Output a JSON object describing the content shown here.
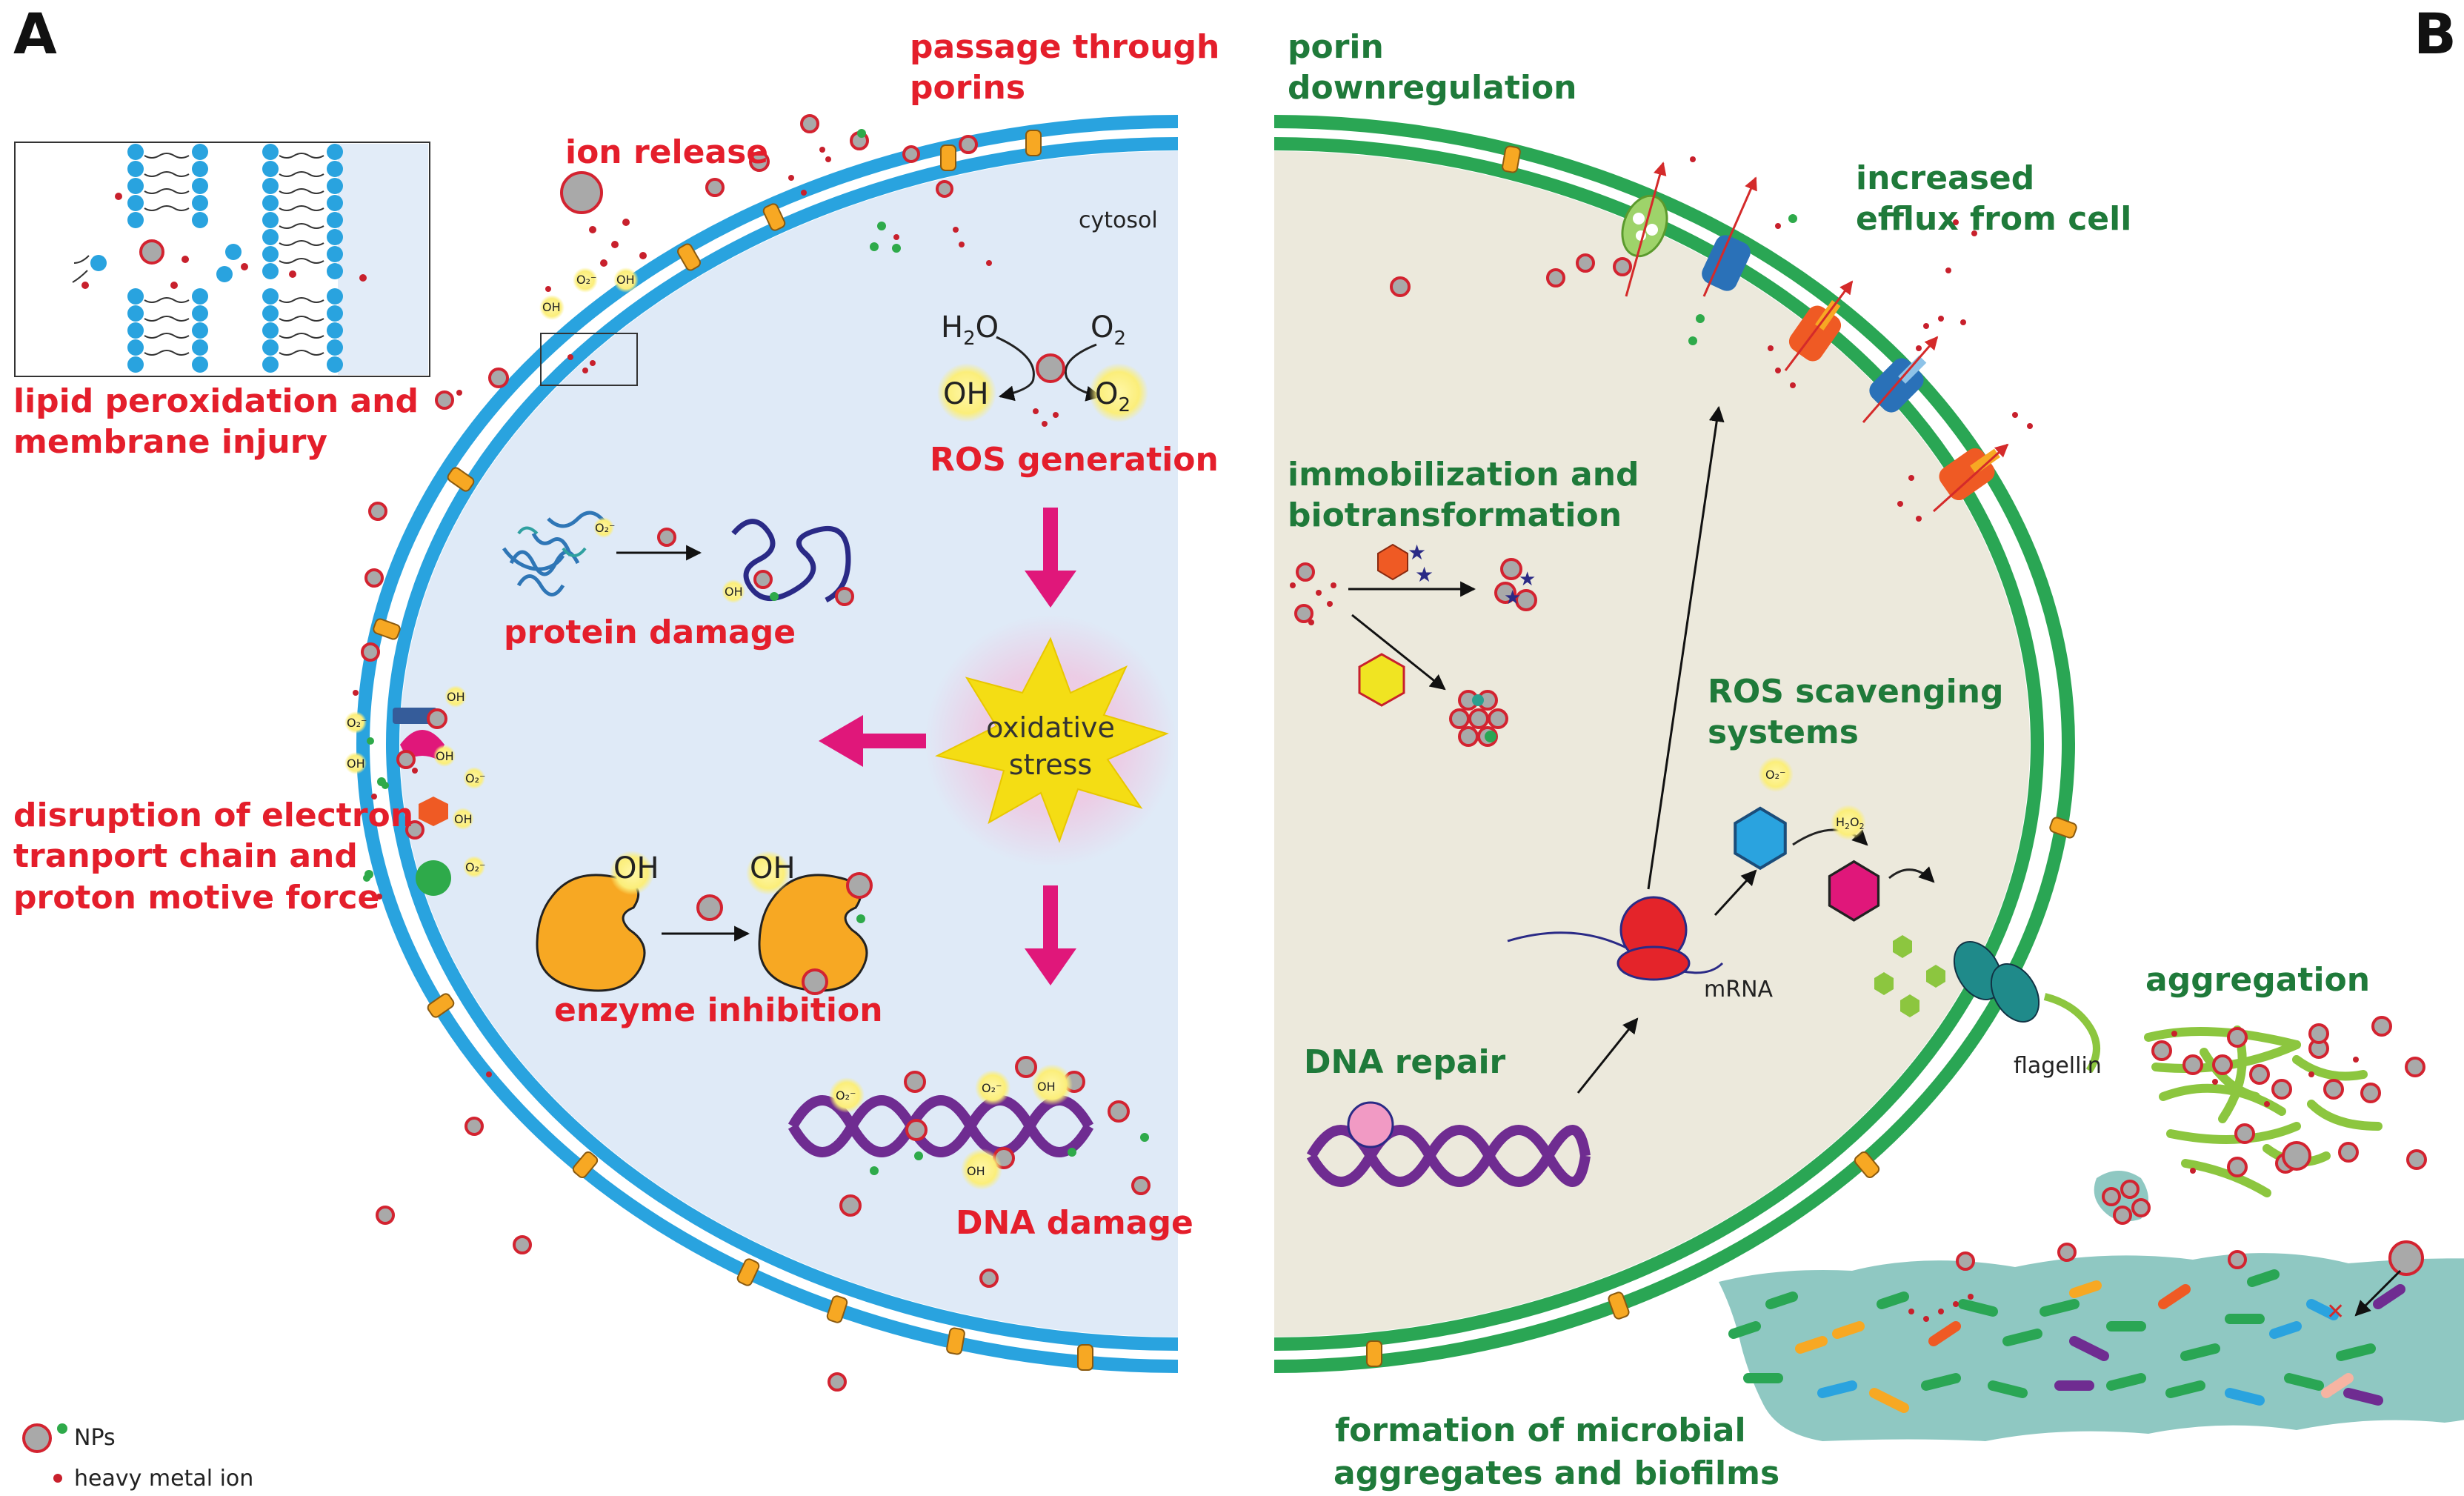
{
  "panels": {
    "a": "A",
    "b": "B"
  },
  "colors": {
    "label_red": "#e41e2b",
    "label_green": "#1f7a3a",
    "membrane_a": "#29a3df",
    "membrane_b": "#2aa654",
    "cytosol_a": "#dfeaf7",
    "cytosol_b": "#ece9dc",
    "dna": "#6f2c91",
    "arrow_magenta": "#e0177a",
    "biofilm": "#8fc8c2"
  },
  "panel_a": {
    "passage_line1": "passage through",
    "passage_line2": "porins",
    "ion_release": "ion release",
    "cytosol": "cytosol",
    "lipid_line1": "lipid peroxidation and",
    "lipid_line2": "membrane injury",
    "ros_generation": "ROS generation",
    "h2o": "H",
    "h2o_sub": "2",
    "h2o_o": "O",
    "o2": "O",
    "o2_sub": "2",
    "oh": "OH",
    "o2minus": "O",
    "o2minus_sub": "2",
    "protein_damage": "protein damage",
    "oxidative_line1": "oxidative",
    "oxidative_line2": "stress",
    "etc_line1": "disruption of electron",
    "etc_line2": "tranport chain and",
    "etc_line3": "proton motive force",
    "enzyme_inhibition": "enzyme inhibition",
    "dna_damage": "DNA damage"
  },
  "panel_b": {
    "porin_line1": "porin",
    "porin_line2": "downregulation",
    "efflux_line1": "increased",
    "efflux_line2": "efflux from cell",
    "immob_line1": "immobilization and",
    "immob_line2": "biotransformation",
    "ros_scav_line1": "ROS scavenging",
    "ros_scav_line2": "systems",
    "h2o2": "H",
    "h2o2_sub": "2",
    "h2o2_o": "O",
    "h2o2_sub2": "2",
    "mrna": "mRNA",
    "dna_repair": "DNA repair",
    "flagellin": "flagellin",
    "aggregation": "aggregation",
    "biofilm_line1": "formation of microbial",
    "biofilm_line2": "aggregates and biofilms"
  },
  "legend": {
    "nps": "NPs",
    "ion": "heavy metal ion"
  }
}
